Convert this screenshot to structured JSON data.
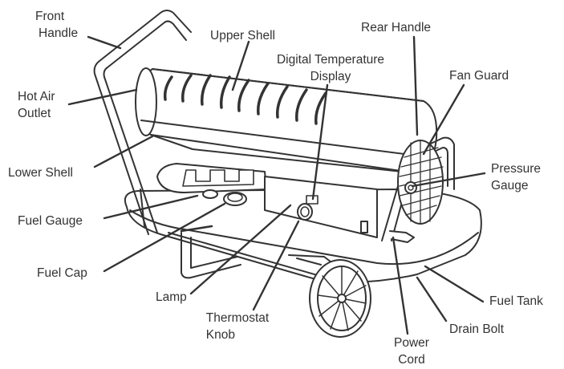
{
  "labels": {
    "front_handle": [
      "Front",
      "Handle"
    ],
    "upper_shell": "Upper Shell",
    "rear_handle": "Rear Handle",
    "digital_temperature_display": [
      "Digital Temperature",
      "Display"
    ],
    "fan_guard": "Fan Guard",
    "hot_air_outlet": [
      "Hot Air",
      "Outlet"
    ],
    "lower_shell": "Lower Shell",
    "pressure_gauge": [
      "Pressure",
      "Gauge"
    ],
    "fuel_gauge": "Fuel Gauge",
    "fuel_cap": "Fuel Cap",
    "lamp": "Lamp",
    "thermostat_knob": [
      "Thermostat",
      "Knob"
    ],
    "fuel_tank": "Fuel Tank",
    "drain_bolt": "Drain Bolt",
    "power_cord": [
      "Power",
      "Cord"
    ]
  },
  "colors": {
    "line": "#333333",
    "text": "#333333",
    "background": "#ffffff"
  }
}
